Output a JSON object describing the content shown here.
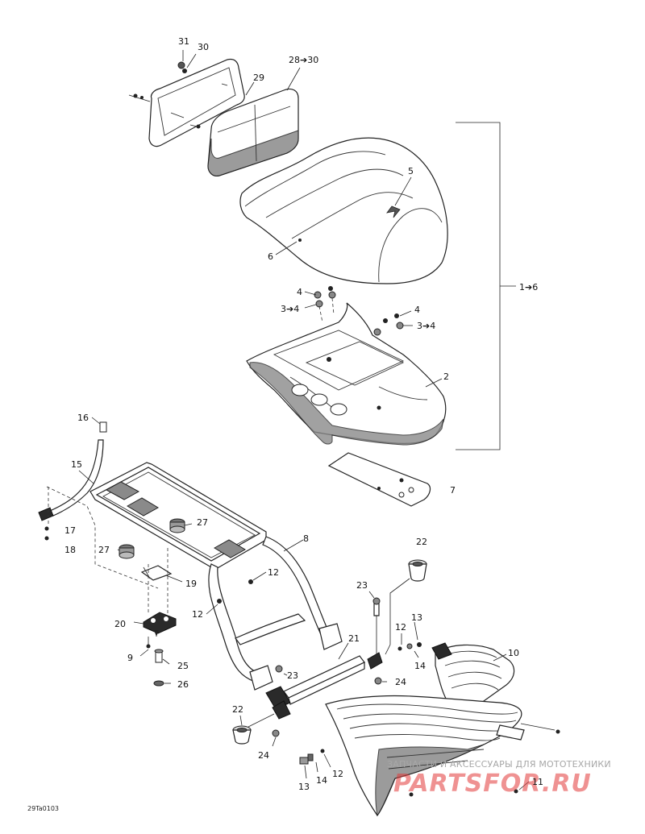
{
  "labels": [
    {
      "id": "l31",
      "text": "31"
    },
    {
      "id": "l30",
      "text": "30"
    },
    {
      "id": "l29",
      "text": "29"
    },
    {
      "id": "l28_30",
      "text": "28➔30"
    },
    {
      "id": "l5",
      "text": "5"
    },
    {
      "id": "l6",
      "text": "6"
    },
    {
      "id": "l1_6",
      "text": "1➔6"
    },
    {
      "id": "l4a",
      "text": "4"
    },
    {
      "id": "l3_4a",
      "text": "3➔4"
    },
    {
      "id": "l4b",
      "text": "4"
    },
    {
      "id": "l3_4b",
      "text": "3➔4"
    },
    {
      "id": "l2",
      "text": "2"
    },
    {
      "id": "l7",
      "text": "7"
    },
    {
      "id": "l16",
      "text": "16"
    },
    {
      "id": "l15",
      "text": "15"
    },
    {
      "id": "l17",
      "text": "17"
    },
    {
      "id": "l18",
      "text": "18"
    },
    {
      "id": "l27a",
      "text": "27"
    },
    {
      "id": "l27b",
      "text": "27"
    },
    {
      "id": "l8",
      "text": "8"
    },
    {
      "id": "l19",
      "text": "19"
    },
    {
      "id": "l12a",
      "text": "12"
    },
    {
      "id": "l12b",
      "text": "12"
    },
    {
      "id": "l22a",
      "text": "22"
    },
    {
      "id": "l23a",
      "text": "23"
    },
    {
      "id": "l20",
      "text": "20"
    },
    {
      "id": "l13a",
      "text": "13"
    },
    {
      "id": "l12c",
      "text": "12"
    },
    {
      "id": "l14a",
      "text": "14"
    },
    {
      "id": "l10",
      "text": "10"
    },
    {
      "id": "l21",
      "text": "21"
    },
    {
      "id": "l9",
      "text": "9"
    },
    {
      "id": "l25",
      "text": "25"
    },
    {
      "id": "l23b",
      "text": "23"
    },
    {
      "id": "l24a",
      "text": "24"
    },
    {
      "id": "l26",
      "text": "26"
    },
    {
      "id": "l22b",
      "text": "22"
    },
    {
      "id": "l24b",
      "text": "24"
    },
    {
      "id": "l12d",
      "text": "12"
    },
    {
      "id": "l14b",
      "text": "14"
    },
    {
      "id": "l13b",
      "text": "13"
    },
    {
      "id": "l11",
      "text": "11"
    }
  ],
  "drawing_code": "29Ta0103",
  "watermark": {
    "caption": "ЗАПЧАСТИ И АКСЕССУАРЫ ДЛЯ МОТОТЕХНИКИ",
    "brand": "PARTSFOR.RU"
  }
}
